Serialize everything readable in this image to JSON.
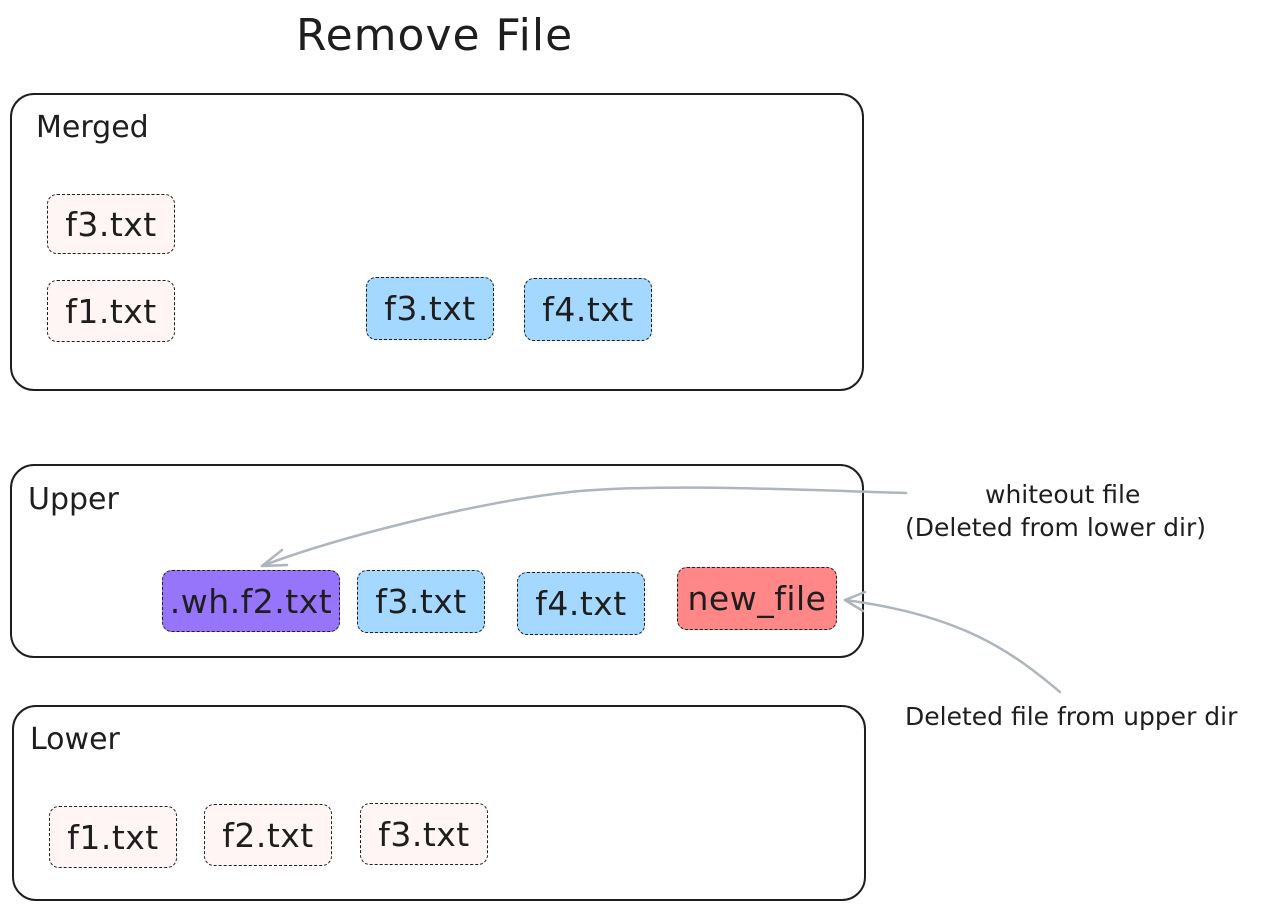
{
  "title": "Remove File",
  "layers": {
    "merged": {
      "label": "Merged",
      "files": [
        "f3.txt",
        "f1.txt",
        "f3.txt",
        "f4.txt"
      ]
    },
    "upper": {
      "label": "Upper",
      "files": [
        ".wh.f2.txt",
        "f3.txt",
        "f4.txt",
        "new_file"
      ]
    },
    "lower": {
      "label": "Lower",
      "files": [
        "f1.txt",
        "f2.txt",
        "f3.txt"
      ]
    }
  },
  "annotations": {
    "whiteout": {
      "line1": "whiteout file",
      "line2": "(Deleted from lower dir)"
    },
    "deleted_upper": "Deleted file from upper dir"
  },
  "colors": {
    "neutral": "#fff5f5",
    "blue": "#a5d8ff",
    "purple": "#9775fa",
    "red": "#ff8787",
    "arrow": "#adb5bd",
    "stroke": "#1e1e1e"
  }
}
